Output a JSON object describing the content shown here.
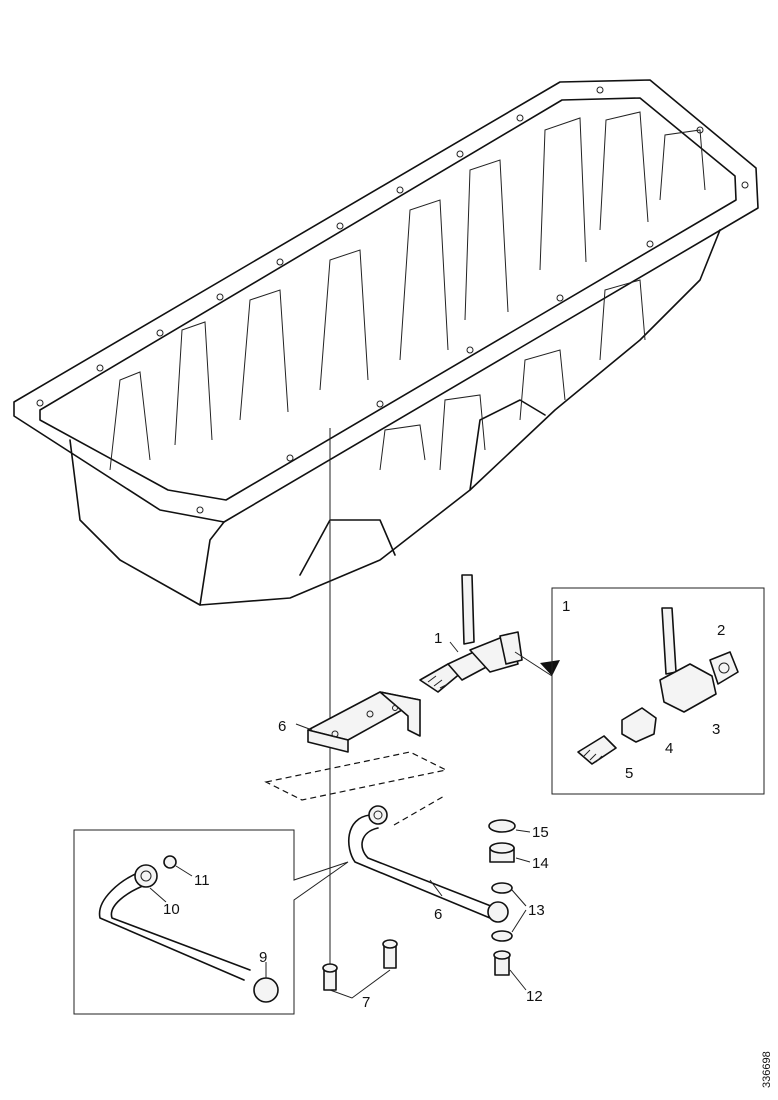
{
  "callouts": {
    "c1": "1",
    "c2": "2",
    "c3": "3",
    "c4": "4",
    "c5": "5",
    "c6a": "6",
    "c6b": "6",
    "c7": "7",
    "c9": "9",
    "c10": "10",
    "c11": "11",
    "c12": "12",
    "c13": "13",
    "c14": "14",
    "c15": "15"
  },
  "detail_box_1": {
    "label": "1"
  },
  "reference_number": "336698"
}
